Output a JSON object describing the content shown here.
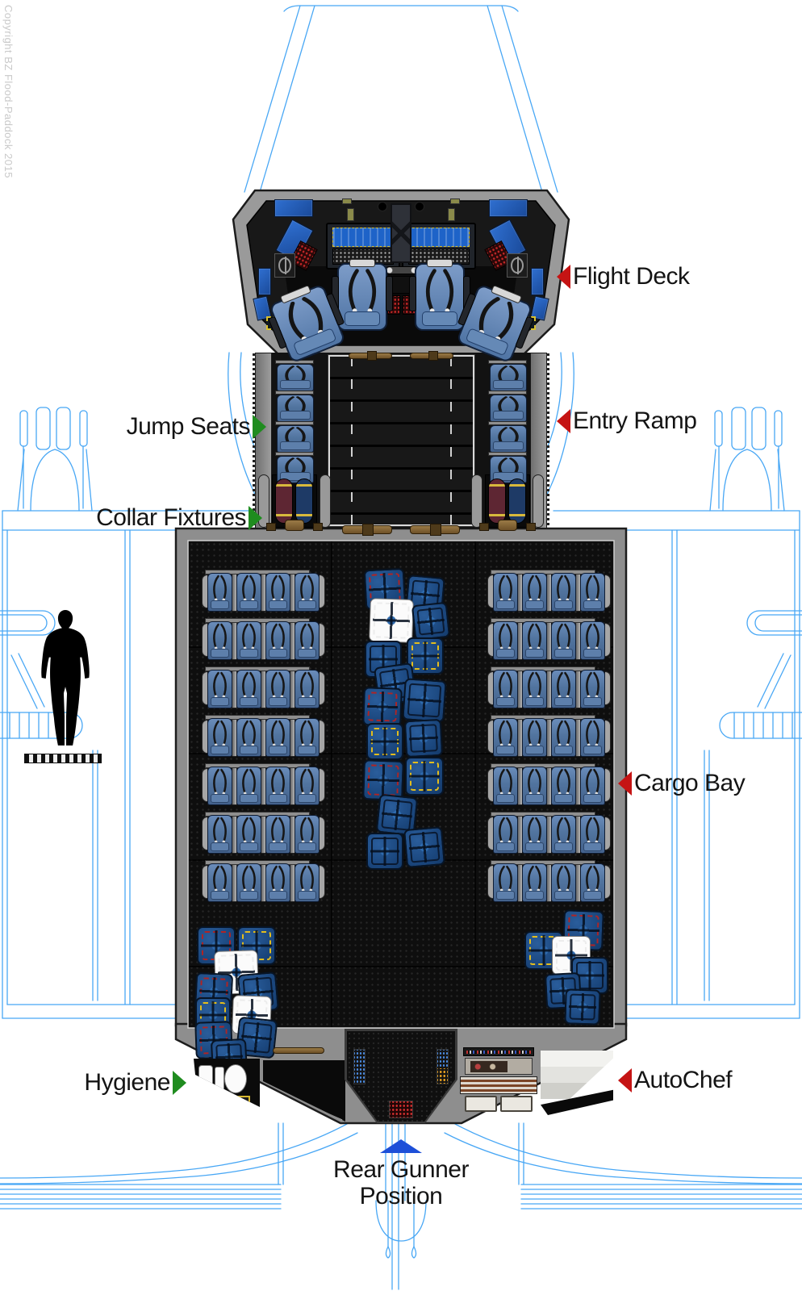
{
  "copyright": "Copyright BZ Flood-Paddock 2015",
  "labels": [
    {
      "id": "flight-deck",
      "text": "Flight Deck",
      "arrow": "left",
      "arrow_color": "#c51414"
    },
    {
      "id": "jump-seats",
      "text": "Jump Seats",
      "arrow": "right",
      "arrow_color": "#1f8c1f"
    },
    {
      "id": "entry-ramp",
      "text": "Entry Ramp",
      "arrow": "left",
      "arrow_color": "#c51414"
    },
    {
      "id": "collar-fixtures",
      "text": "Collar Fixtures",
      "arrow": "right",
      "arrow_color": "#1f8c1f"
    },
    {
      "id": "cargo-bay",
      "text": "Cargo Bay",
      "arrow": "left",
      "arrow_color": "#c51414"
    },
    {
      "id": "hygiene",
      "text": "Hygiene",
      "arrow": "right",
      "arrow_color": "#1f8c1f"
    },
    {
      "id": "autochef",
      "text": "AutoChef",
      "arrow": "left",
      "arrow_color": "#c51414"
    },
    {
      "id": "rear-gunner",
      "text": "Rear Gunner Position",
      "arrow": "up",
      "arrow_color": "#1d4fd8"
    }
  ],
  "colors": {
    "outline": "#48a7f5",
    "label-red": "#c51414",
    "label-green": "#1f8c1f",
    "label-blue": "#1d4fd8",
    "hull": "#8e8e8e",
    "floor": "#0e0e0e",
    "tank-maroon": "#5e2633",
    "tank-navy": "#1e3a66",
    "band-yellow": "#d8b93c"
  }
}
